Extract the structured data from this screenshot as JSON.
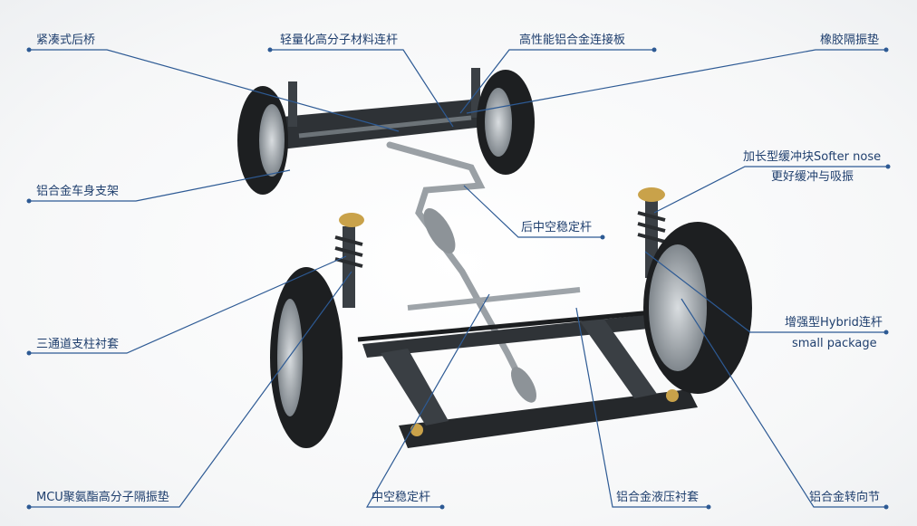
{
  "labels": {
    "compact_rear_axle": "紧凑式后桥",
    "lightweight_polymer_link": "轻量化高分子材料连杆",
    "aluminum_connecting_plate": "高性能铝合金连接板",
    "rubber_isolator": "橡胶隔振垫",
    "softer_nose_1": "加长型缓冲块Softer nose",
    "softer_nose_2": "更好缓冲与吸振",
    "aluminum_body_bracket": "铝合金车身支架",
    "rear_hollow_stabilizer": "后中空稳定杆",
    "three_channel_bushing": "三通道支柱衬套",
    "hybrid_link_1": "增强型Hybrid连杆",
    "hybrid_link_2": "small package",
    "mcu_isolator": "MCU聚氨酯高分子隔振垫",
    "hollow_stabilizer": "中空稳定杆",
    "hydraulic_bushing": "铝合金液压衬套",
    "steering_knuckle": "铝合金转向节"
  },
  "colors": {
    "label_text": "#1f3f6e",
    "leader_line": "#2d5a94"
  }
}
